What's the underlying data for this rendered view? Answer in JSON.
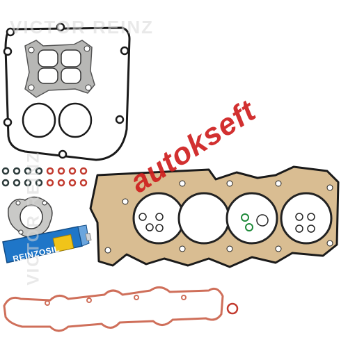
{
  "watermarks": {
    "brand_top": "VICTOR REINZ",
    "brand_left": "VICTOR REINZ",
    "site": "autokseft"
  },
  "sealant_tube": {
    "label": "REINZOSIL"
  },
  "colors": {
    "gasket_black": "#1a1a1a",
    "head_gasket_fill": "#d9bd92",
    "valve_cover_gasket": "#cf6f5a",
    "seal_red": "#c23a2e",
    "tube_blue": "#1f76c8",
    "watermark_red": "#cf1f1f"
  }
}
